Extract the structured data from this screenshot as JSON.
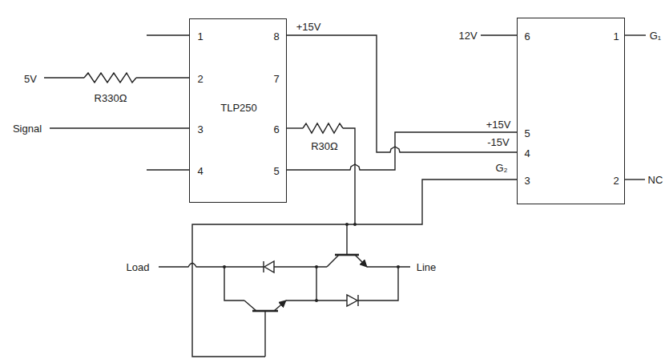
{
  "diagram": {
    "nodes": [
      {
        "text": [
          "1",
          "2",
          "3",
          "4",
          "TLP250",
          "8",
          "7",
          "6",
          "5"
        ]
      },
      {
        "text": [
          "6",
          "5",
          "4",
          "3",
          "1",
          "2"
        ]
      }
    ],
    "edges": [
      {
        "from": 0,
        "to": 1,
        "arrow": "none"
      },
      {
        "from": 0,
        "to": 1,
        "arrow": "none"
      }
    ],
    "labels": [
      "5V",
      "R330Ω",
      "Signal",
      "+15V",
      "R30Ω",
      "12V",
      "G₁",
      "+15V",
      "-15V",
      "G₂",
      "NC",
      "Load",
      "Line"
    ]
  }
}
